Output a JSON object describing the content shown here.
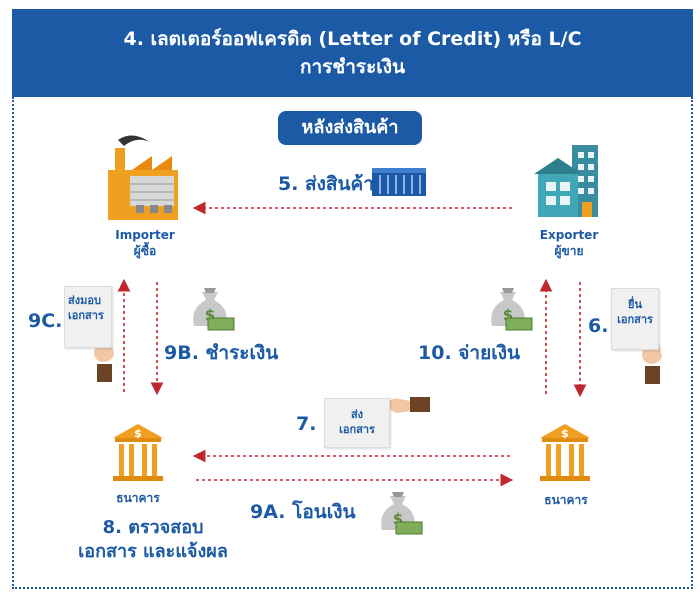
{
  "header": {
    "title_line1": "4. เลตเตอร์ออฟเครดิต (Letter of Credit) หรือ L/C",
    "title_line2": "การชำระเงิน"
  },
  "section_label": "หลังส่งสินค้า",
  "importer": {
    "en": "Importer",
    "th": "ผู้ซื้อ"
  },
  "exporter": {
    "en": "Exporter",
    "th": "ผู้ขาย"
  },
  "bank_left": {
    "label": "ธนาคาร"
  },
  "bank_right": {
    "label": "ธนาคาร"
  },
  "steps": {
    "s5": "5. ส่งสินค้า",
    "s6": "6.",
    "s7": "7.",
    "s8_line1": "8. ตรวจสอบ",
    "s8_line2": "เอกสาร และแจ้งผล",
    "s9a": "9A. โอนเงิน",
    "s9b": "9B. ชำระเงิน",
    "s9c": "9C.",
    "s10": "10. จ่ายเงิน"
  },
  "docs": {
    "d9c_line1": "ส่งมอบ",
    "d9c_line2": "เอกสาร",
    "d6_line1": "ยื่น",
    "d6_line2": "เอกสาร",
    "d7_line1": "ส่ง",
    "d7_line2": "เอกสาร"
  },
  "colors": {
    "primary": "#1c5aa6",
    "arrow": "#c0272d",
    "gold": "#f0a020",
    "money_green": "#5a8a3a"
  },
  "icons": [
    "factory-icon",
    "office-building-icon",
    "container-icon",
    "bank-icon",
    "money-bag-icon",
    "hand-holding-document-icon"
  ]
}
